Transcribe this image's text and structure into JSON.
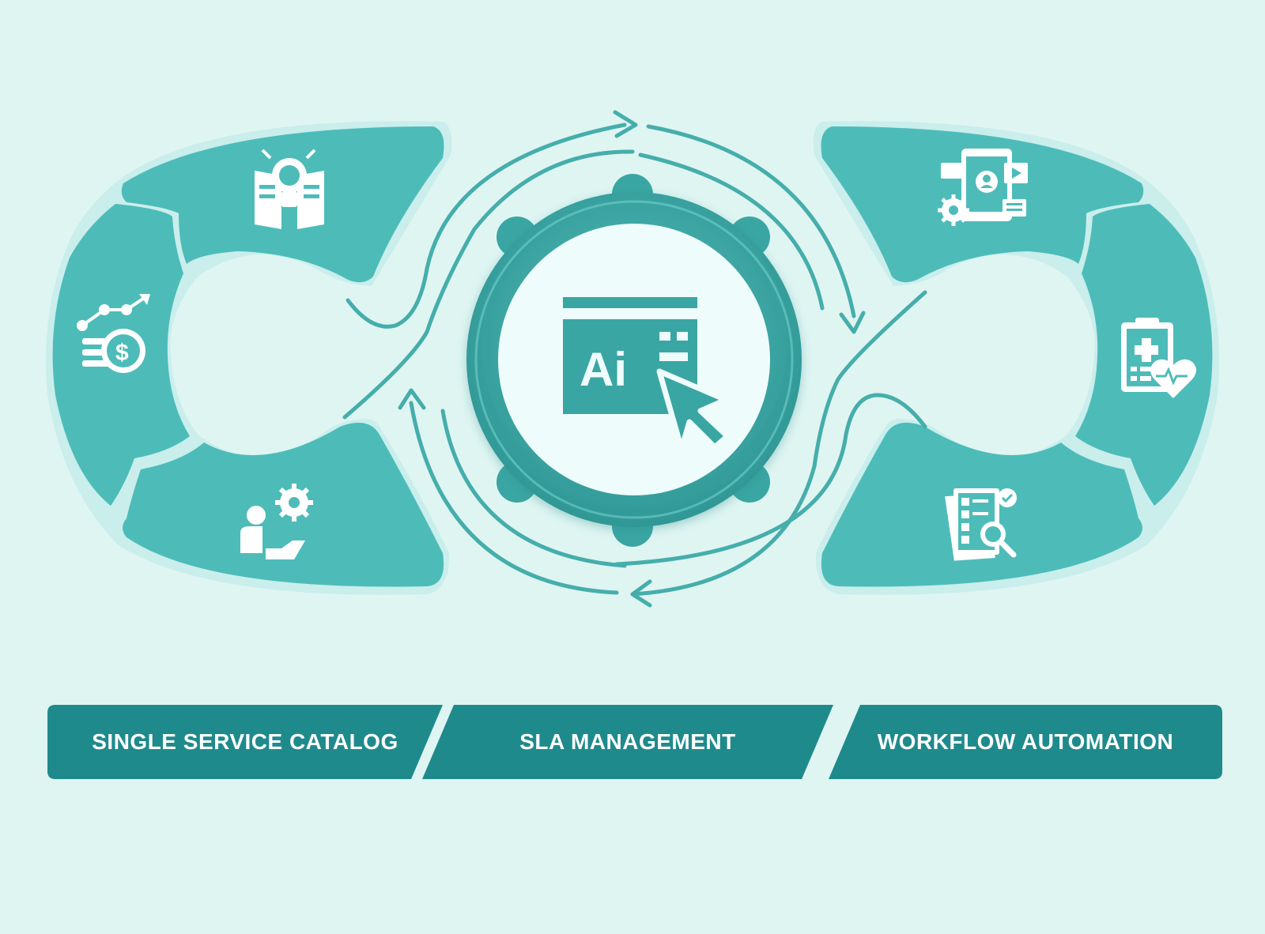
{
  "colors": {
    "background": "#dff5f2",
    "panel": "#4dbcb9",
    "panel_edge": "#c6ecea",
    "dark_teal": "#1f8a8c",
    "ring": "#43aaa8",
    "center_fill": "#eefcfb"
  },
  "center": {
    "icon": "ai-cursor-window-icon",
    "label": "Ai"
  },
  "left_panels": [
    {
      "icon": "idea-book-icon"
    },
    {
      "icon": "money-growth-icon"
    },
    {
      "icon": "user-laptop-settings-icon"
    }
  ],
  "right_panels": [
    {
      "icon": "media-devices-workflow-icon"
    },
    {
      "icon": "medical-clipboard-heart-icon"
    },
    {
      "icon": "checklist-search-icon"
    }
  ],
  "banner": {
    "items": [
      {
        "label": "SINGLE SERVICE CATALOG"
      },
      {
        "label": "SLA MANAGEMENT"
      },
      {
        "label": "WORKFLOW AUTOMATION"
      }
    ]
  }
}
